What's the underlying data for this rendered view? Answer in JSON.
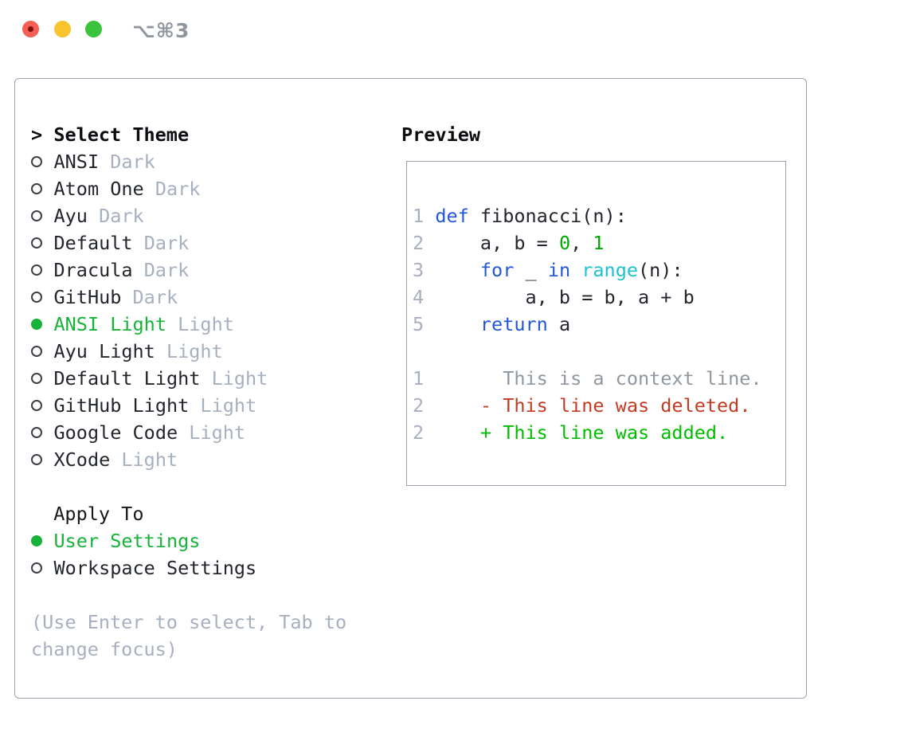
{
  "window": {
    "title": "⌥⌘3",
    "traffic_lights": [
      "close",
      "minimize",
      "zoom"
    ]
  },
  "colors": {
    "ui_selected_green": "#17b23a",
    "added_green": "#00bd00",
    "literal_green": "#00a800",
    "deleted_red": "#c23b22",
    "keyword_blue": "#2257d8",
    "function_cyan": "#1cc2cd",
    "dim_gray": "#a6b0bf",
    "context_gray": "#8f979f",
    "text_dark": "#22262c",
    "border_gray": "#9aa3ad",
    "traffic_red": "#f45f58",
    "traffic_yellow": "#f8c32d",
    "traffic_green": "#3bc43b"
  },
  "theme_selector": {
    "prompt": ">",
    "header": "Select Theme",
    "items": [
      {
        "name": "ANSI",
        "variant": "Dark",
        "selected": false
      },
      {
        "name": "Atom One",
        "variant": "Dark",
        "selected": false
      },
      {
        "name": "Ayu",
        "variant": "Dark",
        "selected": false
      },
      {
        "name": "Default",
        "variant": "Dark",
        "selected": false
      },
      {
        "name": "Dracula",
        "variant": "Dark",
        "selected": false
      },
      {
        "name": "GitHub",
        "variant": "Dark",
        "selected": false
      },
      {
        "name": "ANSI Light",
        "variant": "Light",
        "selected": true
      },
      {
        "name": "Ayu Light",
        "variant": "Light",
        "selected": false
      },
      {
        "name": "Default Light",
        "variant": "Light",
        "selected": false
      },
      {
        "name": "GitHub Light",
        "variant": "Light",
        "selected": false
      },
      {
        "name": "Google Code",
        "variant": "Light",
        "selected": false
      },
      {
        "name": "XCode",
        "variant": "Light",
        "selected": false
      }
    ]
  },
  "apply_to": {
    "header": "Apply To",
    "options": [
      {
        "label": "User Settings",
        "selected": true
      },
      {
        "label": "Workspace Settings",
        "selected": false
      }
    ]
  },
  "hint": {
    "line1": "(Use Enter to select, Tab to",
    "line2": "change focus)"
  },
  "preview": {
    "header": "Preview",
    "lines": [
      [
        {
          "t": "1",
          "c": "num"
        },
        {
          "t": " ",
          "c": "plain"
        },
        {
          "t": "def",
          "c": "kw"
        },
        {
          "t": " fibonacci(n):",
          "c": "plain"
        }
      ],
      [
        {
          "t": "2",
          "c": "num"
        },
        {
          "t": "     a, b = ",
          "c": "plain"
        },
        {
          "t": "0",
          "c": "lit"
        },
        {
          "t": ", ",
          "c": "plain"
        },
        {
          "t": "1",
          "c": "lit"
        }
      ],
      [
        {
          "t": "3",
          "c": "num"
        },
        {
          "t": "     ",
          "c": "plain"
        },
        {
          "t": "for",
          "c": "kw"
        },
        {
          "t": " _ ",
          "c": "plain"
        },
        {
          "t": "in",
          "c": "kw"
        },
        {
          "t": " ",
          "c": "plain"
        },
        {
          "t": "range",
          "c": "fn"
        },
        {
          "t": "(n):",
          "c": "plain"
        }
      ],
      [
        {
          "t": "4",
          "c": "num"
        },
        {
          "t": "         a, b = b, a + b",
          "c": "plain"
        }
      ],
      [
        {
          "t": "5",
          "c": "num"
        },
        {
          "t": "     ",
          "c": "plain"
        },
        {
          "t": "return",
          "c": "kw"
        },
        {
          "t": " a",
          "c": "plain"
        }
      ],
      [],
      [
        {
          "t": "1",
          "c": "num"
        },
        {
          "t": "       This is a context line.",
          "c": "ctx"
        }
      ],
      [
        {
          "t": "2",
          "c": "num"
        },
        {
          "t": "     ",
          "c": "plain"
        },
        {
          "t": "- This line was deleted.",
          "c": "del"
        }
      ],
      [
        {
          "t": "2",
          "c": "num"
        },
        {
          "t": "     ",
          "c": "plain"
        },
        {
          "t": "+ This line was added.",
          "c": "add"
        }
      ]
    ]
  }
}
